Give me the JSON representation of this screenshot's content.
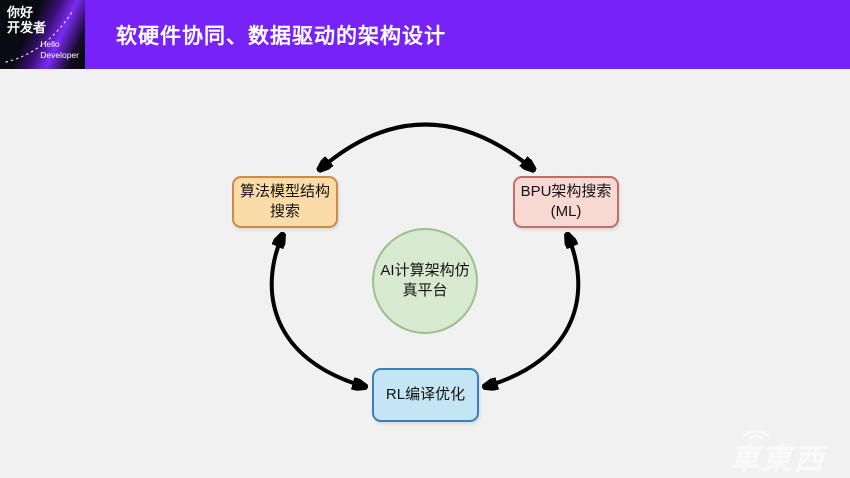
{
  "header": {
    "title": "软硬件协同、数据驱动的架构设计",
    "bg_color": "#7822FA",
    "logo": {
      "cn_text": "你好\n开发者",
      "en_text": "Hello\nDeveloper"
    }
  },
  "diagram": {
    "background_color": "#F1F1F1",
    "arrow_color": "#000000",
    "nodes": [
      {
        "id": "algo-search",
        "label": "算法模型结构\n搜索",
        "shape": "rounded-rect",
        "fill": "#FBDCA8",
        "border": "#C98C4B"
      },
      {
        "id": "bpu-search",
        "label": "BPU架构搜索\n(ML)",
        "shape": "rounded-rect",
        "fill": "#F8D8D3",
        "border": "#BE6F66"
      },
      {
        "id": "sim-platform",
        "label": "AI计算架构仿\n真平台",
        "shape": "circle",
        "fill": "#D7E9CF",
        "border": "#9CC08B"
      },
      {
        "id": "rl-compile",
        "label": "RL编译优化",
        "shape": "rounded-rect",
        "fill": "#C3E5F4",
        "border": "#3D80B8"
      }
    ],
    "edges": [
      {
        "from": "algo-search",
        "to": "bpu-search",
        "direction": "bidirectional"
      },
      {
        "from": "algo-search",
        "to": "rl-compile",
        "direction": "bidirectional"
      },
      {
        "from": "bpu-search",
        "to": "rl-compile",
        "direction": "bidirectional"
      }
    ]
  },
  "watermark": {
    "text": "車東西"
  }
}
